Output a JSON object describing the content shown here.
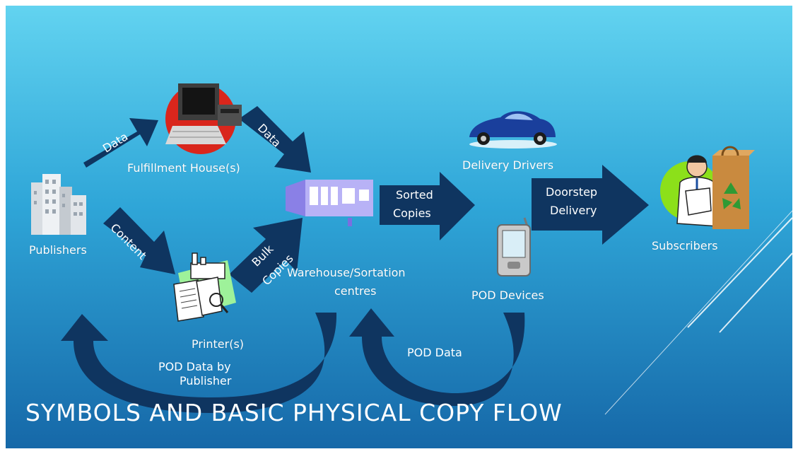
{
  "slide": {
    "title": "SYMBOLS AND BASIC PHYSICAL COPY FLOW",
    "colors": {
      "bg_top": "#5fd0ef",
      "bg_bottom": "#1a73b0",
      "arrow": "#0f3560"
    }
  },
  "nodes": {
    "publishers": "Publishers",
    "fulfillment": "Fulfillment House(s)",
    "printers": "Printer(s)",
    "warehouse_line1": "Warehouse/Sortation",
    "warehouse_line2": "centres",
    "drivers": "Delivery Drivers",
    "pod_devices": "POD Devices",
    "subscribers": "Subscribers"
  },
  "arrows": {
    "pub_to_fulfillment": "Data",
    "fulfillment_to_warehouse": "Data",
    "pub_to_printer": "Content",
    "printer_to_warehouse_line1": "Bulk",
    "printer_to_warehouse_line2": "Copies",
    "sorted_line1": "Sorted",
    "sorted_line2": "Copies",
    "doorstep_line1": "Doorstep",
    "doorstep_line2": "Delivery",
    "pod_data": "POD Data",
    "pod_by_publisher_line1": "POD Data by",
    "pod_by_publisher_line2": "Publisher"
  },
  "icons": [
    "buildings-icon",
    "computer-icon",
    "factory-icon",
    "warehouse-icon",
    "car-icon",
    "pda-icon",
    "reader-icon",
    "recycle-bag-icon"
  ]
}
